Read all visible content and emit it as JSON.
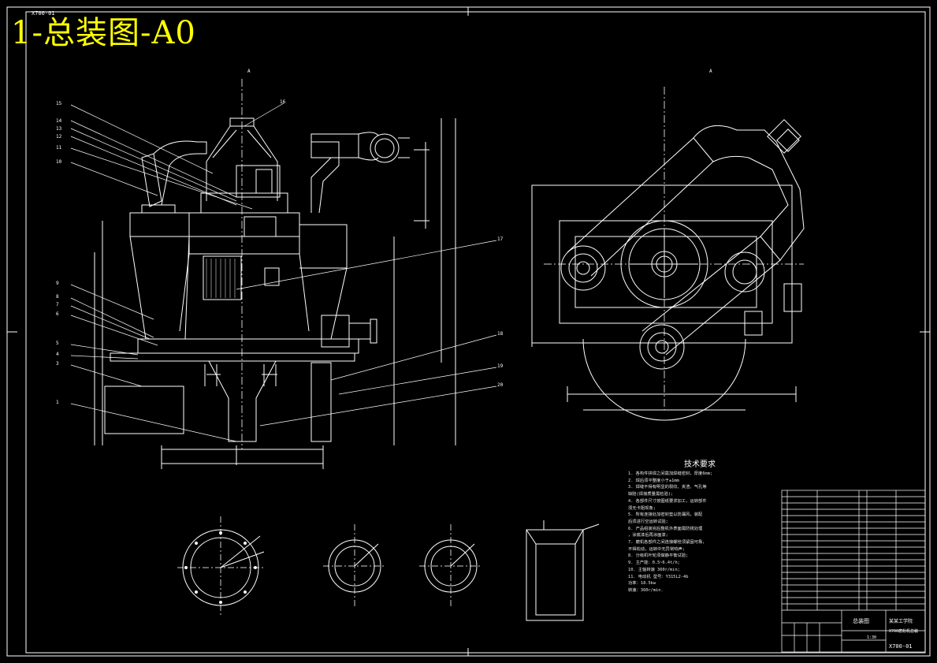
{
  "sheet": {
    "title": "1-总装图-A0",
    "code_tag": "X700-01",
    "view_marker_a": "A",
    "view_marker_b": "A"
  },
  "colors": {
    "background": "#000000",
    "lines": "#ffffff",
    "title": "#ffff00",
    "annotation": "#ffff00"
  },
  "balloons_left": [
    "15",
    "14",
    "13",
    "12",
    "11",
    "10",
    "9",
    "8",
    "7",
    "6",
    "5",
    "4",
    "3",
    "1"
  ],
  "balloons_top": [
    "16"
  ],
  "balloons_right": [
    "17",
    "18",
    "19",
    "20"
  ],
  "tech_requirements": {
    "title": "技术要求",
    "items": [
      "1. 各构件拼焊之间需加焊缝密封，厚度6mm;",
      "2. 焊后须平整度小于±1mm",
      "3. 焊缝不得有明显的裂纹、夹渣、气孔等",
      "缺陷(焊接质量需检验);",
      "4. 各部件尺寸按图纸要求加工，运转部件",
      "须无卡阻现象;",
      "5. 所有连接处加密封垫以防漏风，装配",
      "后须进行空运转试验;",
      "6. 产品组装完后整机外表面需防锈处理",
      "，涂底漆后再涂面漆;",
      "7. 磨机各部件之间连接螺栓须紧固可靠，",
      "不得松动，运转中无异常响声;",
      "8. 分级机叶轮须做静平衡试验;",
      "9. 主产能：0.5~6.4t/h;",
      "10. 主轴转速 360r/min;",
      "11. 电动机 型号：Y315L2-4b",
      "功率：18.5kw",
      "转速：360r/min."
    ]
  },
  "title_block": {
    "drawing_name": "总装图",
    "school": "某某工学院",
    "model": "X700磨粉机总装",
    "drawing_no": "X700-01",
    "scale": "1:30"
  }
}
